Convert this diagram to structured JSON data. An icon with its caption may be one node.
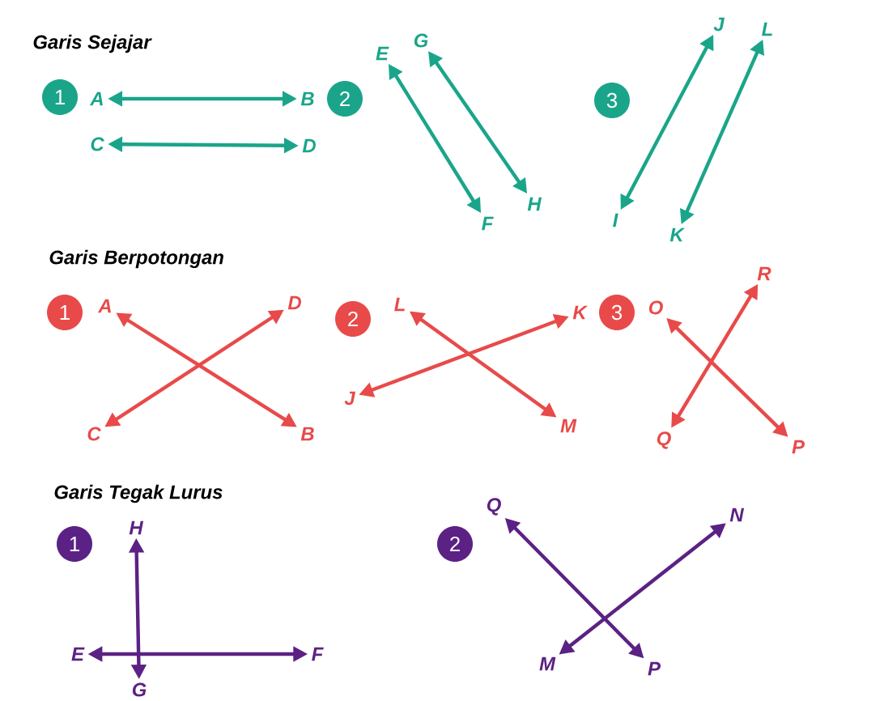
{
  "diagram": {
    "nodes": [
      {
        "text": [
          "1"
        ]
      },
      {
        "text": [
          "A"
        ]
      },
      {
        "text": [
          "B"
        ]
      },
      {
        "text": [
          "2"
        ]
      },
      {
        "text": [
          "C"
        ]
      },
      {
        "text": [
          "D"
        ]
      },
      {
        "text": [
          "E"
        ]
      },
      {
        "text": [
          "G"
        ]
      },
      {
        "text": [
          "F"
        ]
      },
      {
        "text": [
          "H"
        ]
      },
      {
        "text": [
          "3"
        ]
      },
      {
        "text": [
          "J"
        ]
      },
      {
        "text": [
          "L"
        ]
      },
      {
        "text": [
          "I"
        ]
      },
      {
        "text": [
          "K"
        ]
      },
      {
        "text": [
          "1"
        ]
      },
      {
        "text": [
          "A"
        ]
      },
      {
        "text": [
          "D"
        ]
      },
      {
        "text": [
          "C"
        ]
      },
      {
        "text": [
          "B"
        ]
      },
      {
        "text": [
          "2"
        ]
      },
      {
        "text": [
          "L"
        ]
      },
      {
        "text": [
          "K"
        ]
      },
      {
        "text": [
          "J"
        ]
      },
      {
        "text": [
          "M"
        ]
      },
      {
        "text": [
          "3"
        ]
      },
      {
        "text": [
          "O"
        ]
      },
      {
        "text": [
          "R"
        ]
      },
      {
        "text": [
          "Q"
        ]
      },
      {
        "text": [
          "P"
        ]
      },
      {
        "text": [
          "1"
        ]
      },
      {
        "text": [
          "H"
        ]
      },
      {
        "text": [
          "E"
        ]
      },
      {
        "text": [
          "F"
        ]
      },
      {
        "text": [
          "G"
        ]
      },
      {
        "text": [
          "2"
        ]
      },
      {
        "text": [
          "Q"
        ]
      },
      {
        "text": [
          "N"
        ]
      },
      {
        "text": [
          "M"
        ]
      },
      {
        "text": [
          "P"
        ]
      }
    ],
    "edges": [
      {
        "from": 1,
        "to": 2,
        "arrow": "both",
        "color": "#1aa58a"
      },
      {
        "from": 4,
        "to": 5,
        "arrow": "both",
        "color": "#1aa58a"
      },
      {
        "from": 6,
        "to": 8,
        "arrow": "both",
        "color": "#1aa58a"
      },
      {
        "from": 7,
        "to": 9,
        "arrow": "both",
        "color": "#1aa58a"
      },
      {
        "from": 13,
        "to": 11,
        "arrow": "both",
        "color": "#1aa58a"
      },
      {
        "from": 14,
        "to": 12,
        "arrow": "both",
        "color": "#1aa58a"
      },
      {
        "from": 16,
        "to": 19,
        "arrow": "both",
        "color": "#e84a4a"
      },
      {
        "from": 18,
        "to": 17,
        "arrow": "both",
        "color": "#e84a4a"
      },
      {
        "from": 21,
        "to": 24,
        "arrow": "both",
        "color": "#e84a4a"
      },
      {
        "from": 23,
        "to": 22,
        "arrow": "both",
        "color": "#e84a4a"
      },
      {
        "from": 26,
        "to": 29,
        "arrow": "both",
        "color": "#e84a4a"
      },
      {
        "from": 28,
        "to": 27,
        "arrow": "both",
        "color": "#e84a4a"
      },
      {
        "from": 31,
        "to": 34,
        "arrow": "both",
        "color": "#5b2184"
      },
      {
        "from": 32,
        "to": 33,
        "arrow": "both",
        "color": "#5b2184"
      },
      {
        "from": 36,
        "to": 39,
        "arrow": "both",
        "color": "#5b2184"
      },
      {
        "from": 38,
        "to": 37,
        "arrow": "both",
        "color": "#5b2184"
      }
    ],
    "labels": [
      "Garis Sejajar",
      "Garis Berpotongan",
      "Garis Tegak Lurus"
    ]
  }
}
